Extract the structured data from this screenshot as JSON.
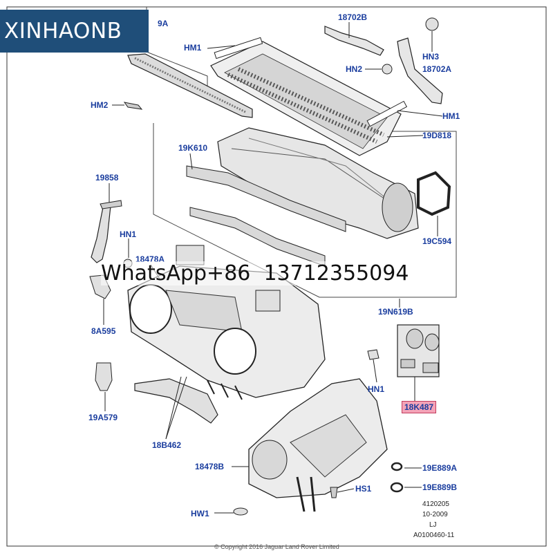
{
  "brand": {
    "name": "XINHAONB"
  },
  "contact": {
    "text": "WhatsApp+86  13712355094"
  },
  "labels": [
    {
      "id": "19a-partial",
      "text": "9A"
    },
    {
      "id": "18702b",
      "text": "18702B"
    },
    {
      "id": "hm1-top",
      "text": "HM1"
    },
    {
      "id": "hn3",
      "text": "HN3"
    },
    {
      "id": "18702a",
      "text": "18702A"
    },
    {
      "id": "hn2",
      "text": "HN2"
    },
    {
      "id": "hm2",
      "text": "HM2"
    },
    {
      "id": "hm1-right",
      "text": "HM1"
    },
    {
      "id": "19d818",
      "text": "19D818"
    },
    {
      "id": "19k610",
      "text": "19K610"
    },
    {
      "id": "19858",
      "text": "19858"
    },
    {
      "id": "hn1-left",
      "text": "HN1"
    },
    {
      "id": "18478a",
      "text": "18478A"
    },
    {
      "id": "19c594",
      "text": "19C594"
    },
    {
      "id": "19n619b",
      "text": "19N619B"
    },
    {
      "id": "8a595",
      "text": "8A595"
    },
    {
      "id": "hn1-right",
      "text": "HN1"
    },
    {
      "id": "18k487",
      "text": "18K487"
    },
    {
      "id": "19a579",
      "text": "19A579"
    },
    {
      "id": "18b462",
      "text": "18B462"
    },
    {
      "id": "18478b",
      "text": "18478B"
    },
    {
      "id": "19e889a",
      "text": "19E889A"
    },
    {
      "id": "19e889b",
      "text": "19E889B"
    },
    {
      "id": "hs1",
      "text": "HS1"
    },
    {
      "id": "hw1",
      "text": "HW1"
    }
  ],
  "footer": {
    "code": "4120205",
    "date": "10-2009",
    "initials": "LJ",
    "ref": "A0100460-11",
    "copyright": "© Copyright 2016 Jaguar Land Rover Limited"
  },
  "colors": {
    "label": "#1a3d9e",
    "highlight": "#f4a3b7",
    "brand_bg": "#1f4e79",
    "line": "#222222"
  }
}
